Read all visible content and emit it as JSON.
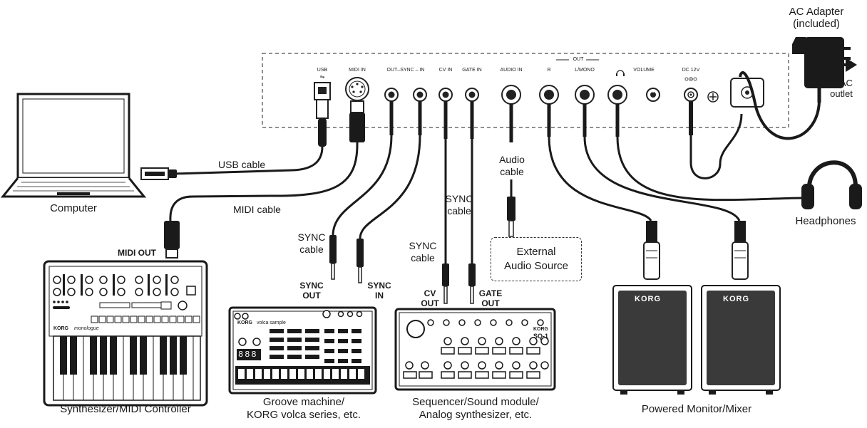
{
  "header": {
    "ac_adapter_line1": "AC Adapter",
    "ac_adapter_line2": "(included)",
    "to_ac_line1": "to AC",
    "to_ac_line2": "outlet"
  },
  "panel_ports": {
    "usb": "USB",
    "midi_in": "MIDI IN",
    "out_sync_in": "OUT–SYNC – IN",
    "cv_in": "CV IN",
    "gate_in": "GATE IN",
    "audio_in": "AUDIO IN",
    "out_header": "OUT",
    "out_r": "R",
    "out_lmono": "L/MONO",
    "volume": "VOLUME",
    "dc12v": "DC 12V"
  },
  "cables": {
    "usb": "USB cable",
    "midi": "MIDI cable",
    "audio_line1": "Audio",
    "audio_line2": "cable",
    "sync_top_line1": "SYNC",
    "sync_top_line2": "cable",
    "sync_left_line1": "SYNC",
    "sync_left_line2": "cable",
    "sync_mid_line1": "SYNC",
    "sync_mid_line2": "cable"
  },
  "plugs": {
    "midi_out": "MIDI OUT",
    "sync_out_line1": "SYNC",
    "sync_out_line2": "OUT",
    "sync_in_line1": "SYNC",
    "sync_in_line2": "IN",
    "cv_out_line1": "CV",
    "cv_out_line2": "OUT",
    "gate_out_line1": "GATE",
    "gate_out_line2": "OUT"
  },
  "external_source": {
    "line1": "External",
    "line2": "Audio Source"
  },
  "devices": {
    "computer": "Computer",
    "headphones": "Headphones",
    "synth": "Synthesizer/MIDI Controller",
    "groove_line1": "Groove machine/",
    "groove_line2": "KORG volca series, etc.",
    "sequencer_line1": "Sequencer/Sound module/",
    "sequencer_line2": "Analog synthesizer, etc.",
    "monitor": "Powered Monitor/Mixer"
  },
  "device_print": {
    "korg": "KORG",
    "monologue": "monologue",
    "volca": "volca sample",
    "sq1": "SQ-1",
    "segment_display": "888"
  }
}
